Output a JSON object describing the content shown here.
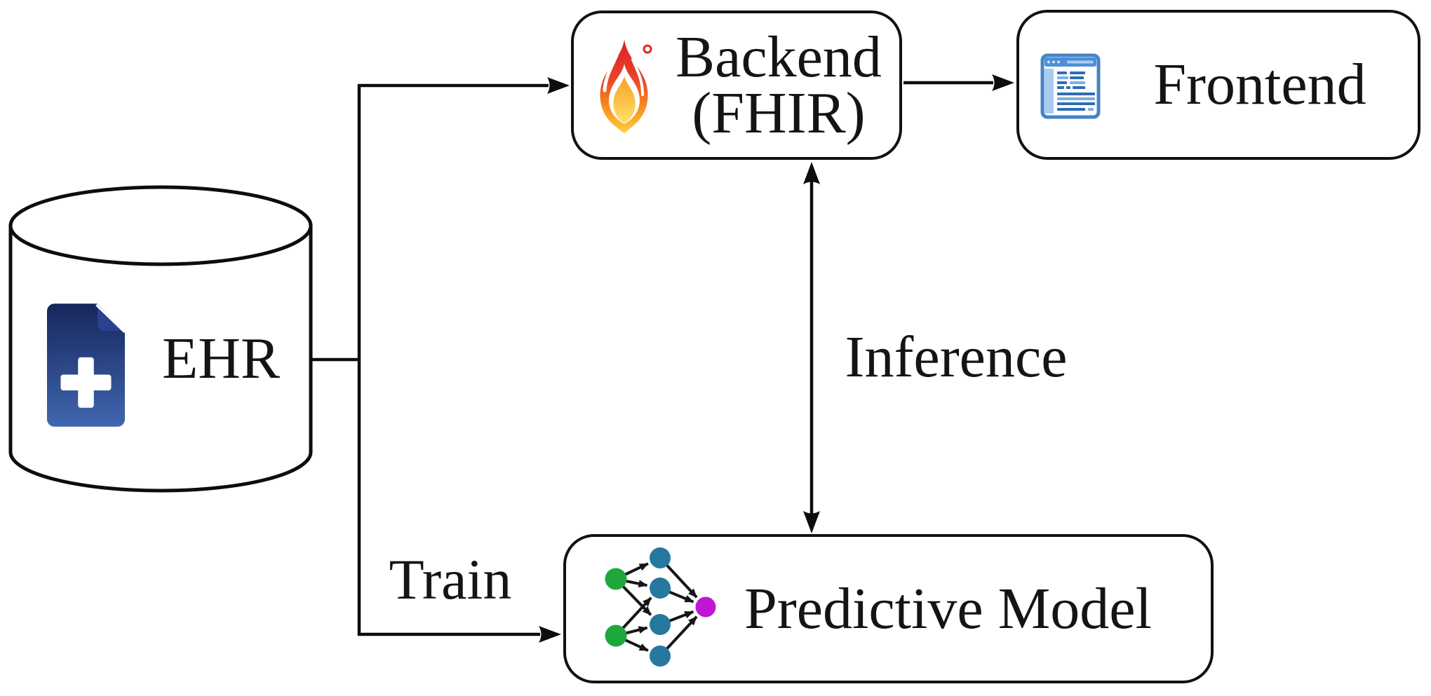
{
  "figure": {
    "title": "EHR / FHIR predictive-model architecture diagram",
    "nodes": {
      "ehr": {
        "label": "EHR",
        "shape": "database-cylinder",
        "icon": "medical-document-icon"
      },
      "backend": {
        "label_line1": "Backend",
        "label_line2": "(FHIR)",
        "shape": "rounded-rect",
        "icon": "fhir-flame-icon"
      },
      "frontend": {
        "label": "Frontend",
        "shape": "rounded-rect",
        "icon": "browser-window-icon"
      },
      "predictive_model": {
        "label": "Predictive Model",
        "shape": "rounded-rect",
        "icon": "neural-network-icon"
      }
    },
    "edge_labels": {
      "train": "Train",
      "inference": "Inference"
    },
    "edges": [
      {
        "from": "ehr",
        "to": "backend",
        "style": "arrow"
      },
      {
        "from": "ehr",
        "to": "predictive_model",
        "style": "arrow",
        "label": "Train"
      },
      {
        "from": "backend",
        "to": "frontend",
        "style": "arrow"
      },
      {
        "from": "backend",
        "to": "predictive_model",
        "style": "double-arrow",
        "label": "Inference"
      }
    ],
    "colors": {
      "line": "#0d0d0d",
      "text": "#141414",
      "flame_red": "#d92127",
      "flame_orange": "#f4841f",
      "flame_yellow": "#ffcf3e",
      "doc_navy": "#17255c",
      "doc_blue": "#4067b0",
      "browser_blue": "#4583c6",
      "browser_light_blue": "#a9cdf1",
      "nn_green": "#1ea83c",
      "nn_teal": "#26789e",
      "nn_magenta": "#bf17d4"
    }
  }
}
